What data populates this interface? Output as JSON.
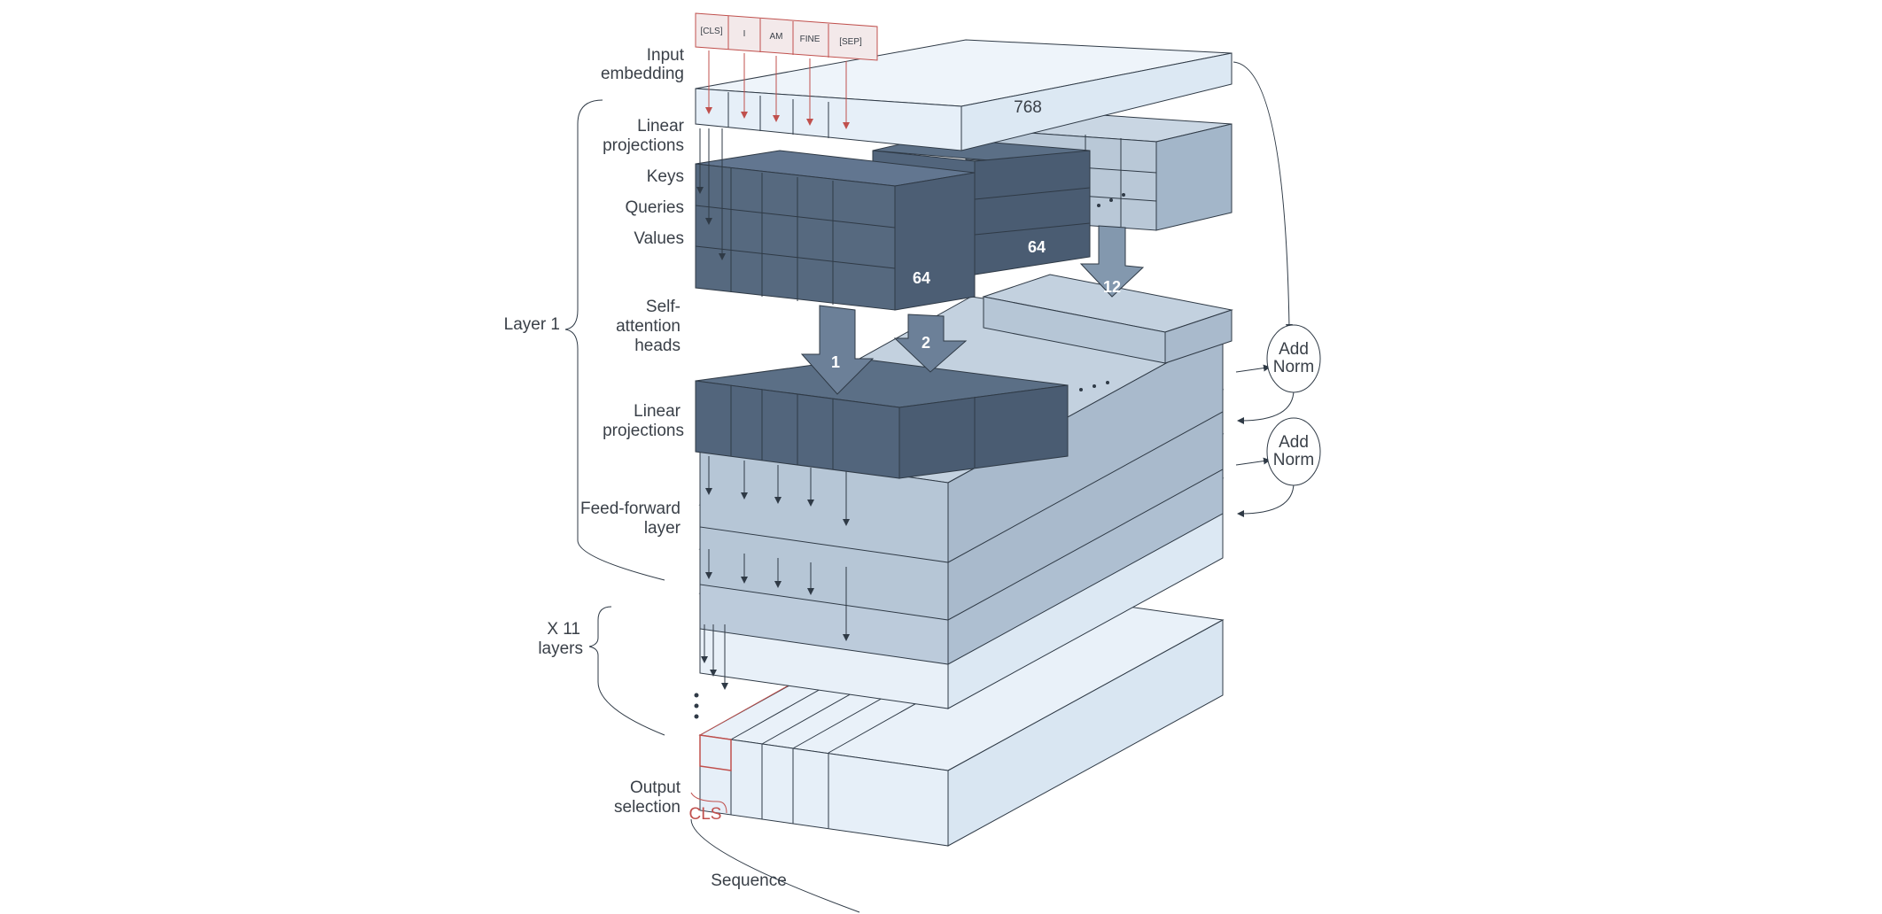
{
  "tokens": [
    "[CLS]",
    "I",
    "AM",
    "FINE",
    "[SEP]"
  ],
  "labels": {
    "input_embedding": [
      "Input",
      "embedding"
    ],
    "linear_projections_top": [
      "Linear",
      "projections"
    ],
    "keys": "Keys",
    "queries": "Queries",
    "values": "Values",
    "self_attention_heads": [
      "Self-",
      "attention",
      "heads"
    ],
    "linear_projections_mid": [
      "Linear",
      "projections"
    ],
    "feed_forward": [
      "Feed-forward",
      "layer"
    ],
    "layer_1": "Layer 1",
    "x11_layers": [
      "X 11",
      "layers"
    ],
    "output_selection": [
      "Output",
      "selection"
    ],
    "cls": "CLS",
    "sequence": "Sequence",
    "add_norm_1": [
      "Add",
      "Norm"
    ],
    "add_norm_2": [
      "Add",
      "Norm"
    ]
  },
  "dims": {
    "hidden": "768",
    "head_dim_a": "64",
    "head_dim_b": "64",
    "head_1": "1",
    "head_2": "2",
    "head_12": "12"
  },
  "colors": {
    "light": "#e6eff8",
    "mid": "#b9c8d7",
    "dark": "#5b6f86",
    "stroke": "#2f3a46",
    "accent": "#c0504d"
  }
}
